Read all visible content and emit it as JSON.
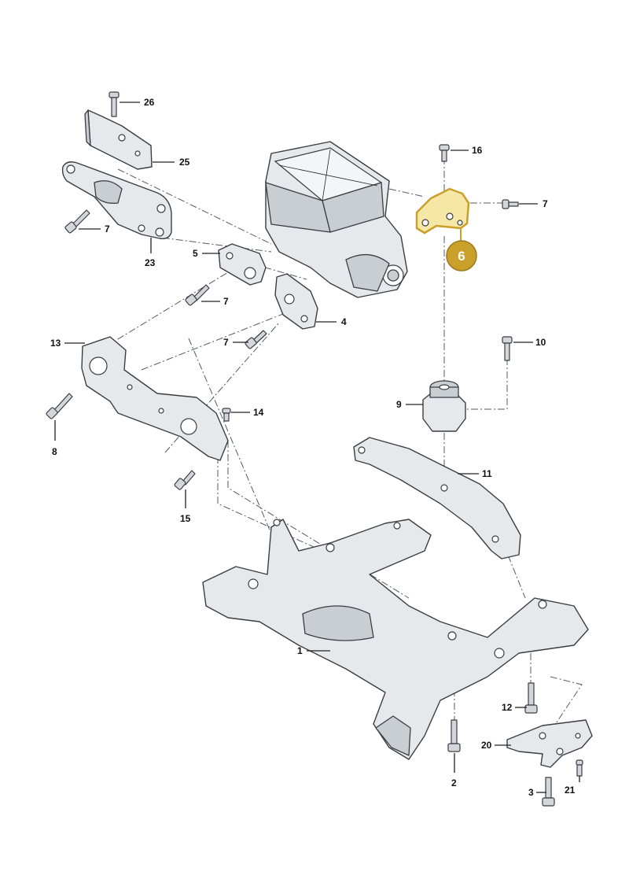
{
  "labels": {
    "p1": "1",
    "p2": "2",
    "p3": "3",
    "p4": "4",
    "p5": "5",
    "p6": "6",
    "p7a": "7",
    "p7b": "7",
    "p7c": "7",
    "p7d": "7",
    "p8": "8",
    "p9": "9",
    "p10": "10",
    "p11": "11",
    "p12": "12",
    "p13": "13",
    "p14": "14",
    "p15": "15",
    "p16": "16",
    "p20": "20",
    "p21": "21",
    "p23": "23",
    "p25": "25",
    "p26": "26"
  },
  "highlight": {
    "part": "6",
    "color": "#c9a02a"
  }
}
